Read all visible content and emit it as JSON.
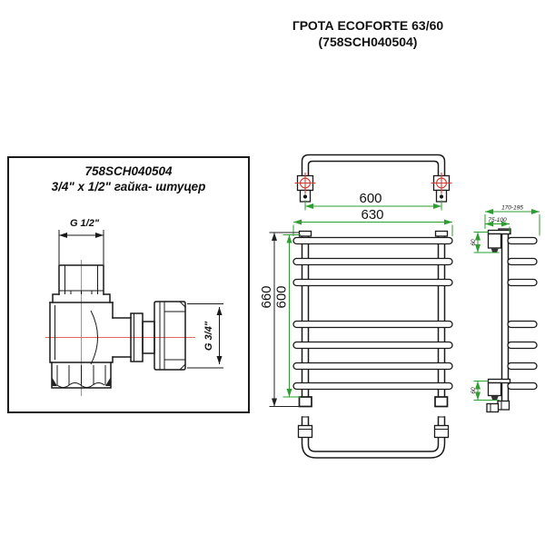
{
  "title": {
    "line1": "ГРОТА ECOFORTE 63/60",
    "line2": "(758SCH040504)"
  },
  "detail_box": {
    "part_number": "758SCH040504",
    "description": "3/4\" x 1/2\" гайка- штуцер",
    "inlet_thread": "G 1/2\"",
    "nut_thread": "G 3/4\""
  },
  "dimensions": {
    "rail_spacing": "600",
    "overall_width": "630",
    "overall_height": "660",
    "mount_height": "600",
    "wall_depth_max": "170-195",
    "wall_depth_min": "75-100",
    "bracket_offset_top": "60",
    "bracket_offset_bottom": "60"
  },
  "colors": {
    "line": "#1a1a1a",
    "dimension_green": "#2e9e32",
    "dimension_black": "#222222",
    "centerline_red": "#e2695f",
    "marker_red": "#d23c32",
    "background": "#ffffff"
  }
}
